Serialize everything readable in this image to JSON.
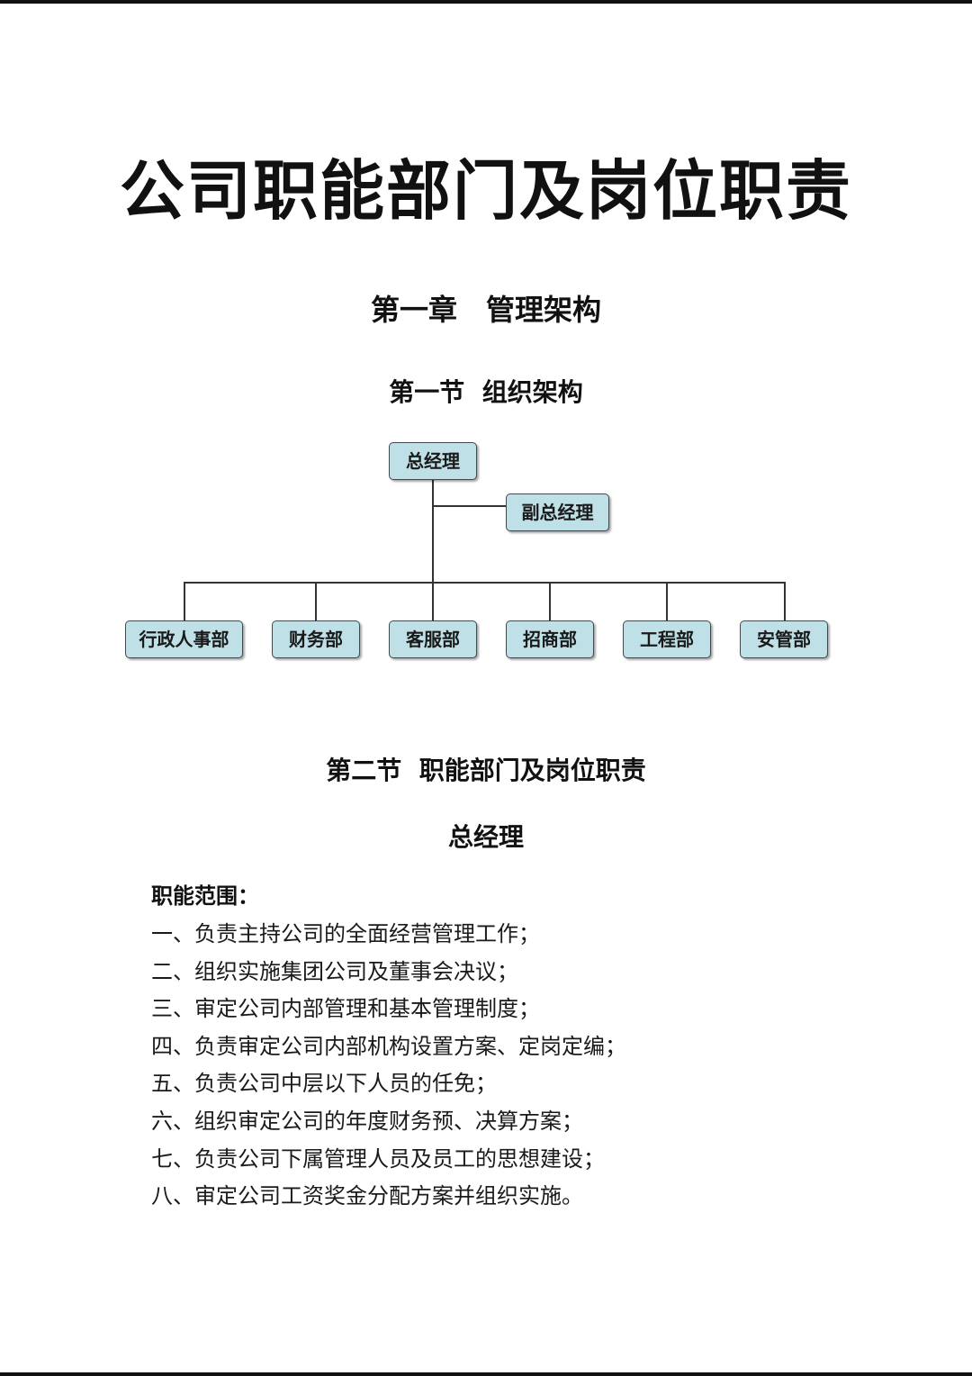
{
  "document": {
    "title": "公司职能部门及岗位职责",
    "chapter": "第一章　管理架构",
    "section1": "第一节  组织架构",
    "section2": "第二节  职能部门及岗位职责",
    "role": "总经理",
    "scope_label": "职能范围：",
    "duties": [
      "一、负责主持公司的全面经营管理工作；",
      "二、组织实施集团公司及董事会决议；",
      "三、审定公司内部管理和基本管理制度；",
      "四、负责审定公司内部机构设置方案、定岗定编；",
      "五、负责公司中层以下人员的任免；",
      "六、组织审定公司的年度财务预、决算方案；",
      "七、负责公司下属管理人员及员工的思想建设；",
      "八、审定公司工资奖金分配方案并组织实施。"
    ]
  },
  "org_chart": {
    "top": "总经理",
    "deputy": "副总经理",
    "departments": [
      "行政人事部",
      "财务部",
      "客服部",
      "招商部",
      "工程部",
      "安管部"
    ],
    "node_color": "#bfe0e6",
    "border_color": "#3f4a4e"
  }
}
